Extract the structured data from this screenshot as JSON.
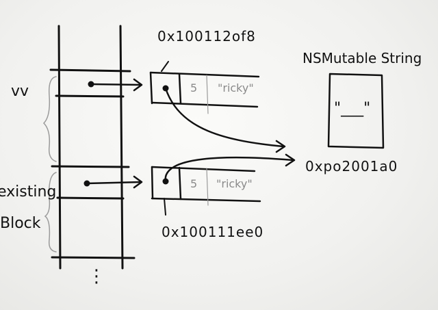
{
  "labels": {
    "vv": "vv",
    "existing": "existing",
    "block": "Block",
    "class_name": "NSMutable String",
    "addr_top": "0x100112of8",
    "addr_bottom": "0x100111ee0",
    "addr_string": "0xpo2001a0",
    "ellipsis": "⋮"
  },
  "block_top": {
    "count": "5",
    "name": "\"ricky\""
  },
  "block_bottom": {
    "count": "5",
    "name": "\"ricky\""
  },
  "string_object": {
    "content": "\"___\""
  }
}
